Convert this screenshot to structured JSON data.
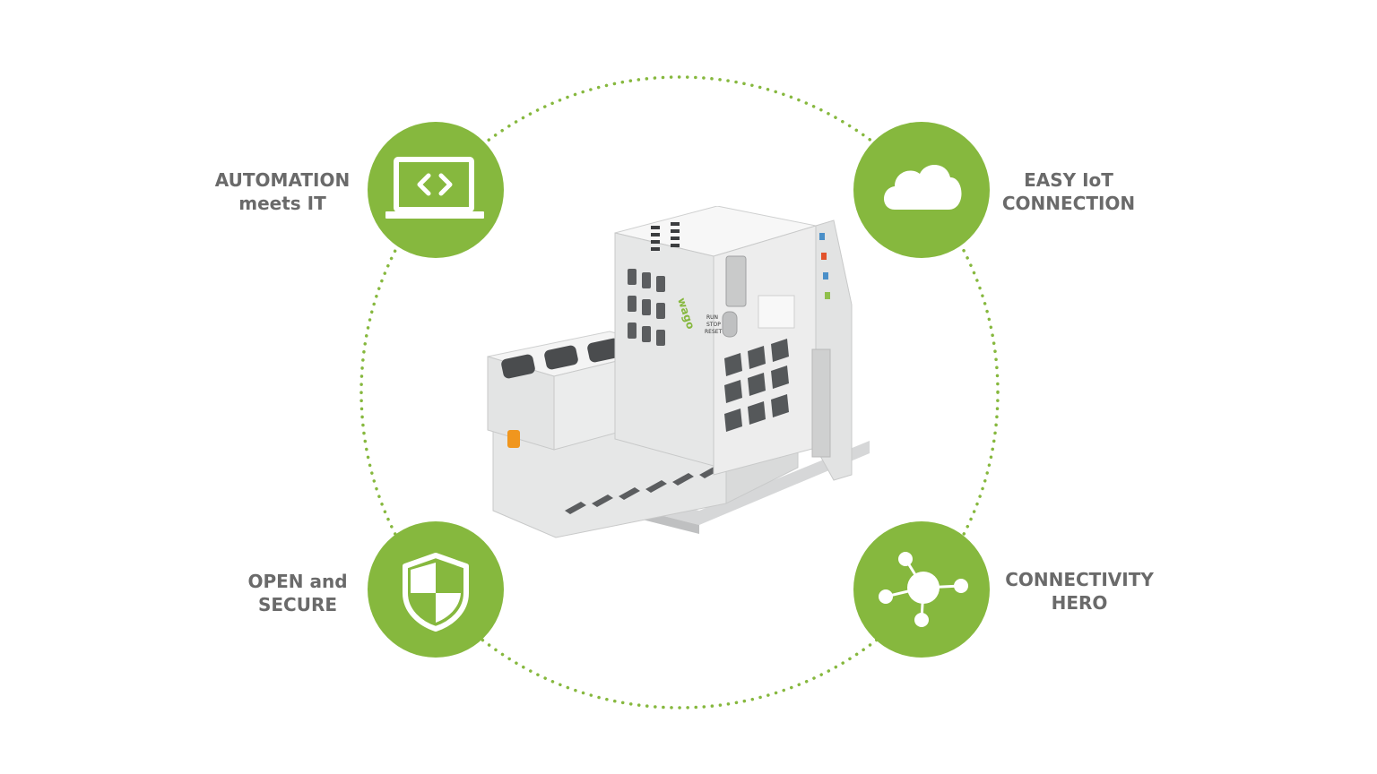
{
  "features": [
    {
      "id": "automation",
      "line1": "AUTOMATION",
      "line2": "meets IT",
      "icon": "laptop-code-icon"
    },
    {
      "id": "iot",
      "line1": "EASY IoT",
      "line2": "CONNECTION",
      "icon": "cloud-icon"
    },
    {
      "id": "secure",
      "line1": "OPEN and",
      "line2": "SECURE",
      "icon": "shield-icon"
    },
    {
      "id": "connectivity",
      "line1": "CONNECTIVITY",
      "line2": "HERO",
      "icon": "hub-network-icon"
    }
  ],
  "product": {
    "brand": "wago",
    "switch_labels": [
      "RUN",
      "STOP",
      "RESET"
    ]
  },
  "colors": {
    "accent": "#86b83e",
    "label": "#6a6a6a",
    "device": "#e9eaea"
  }
}
